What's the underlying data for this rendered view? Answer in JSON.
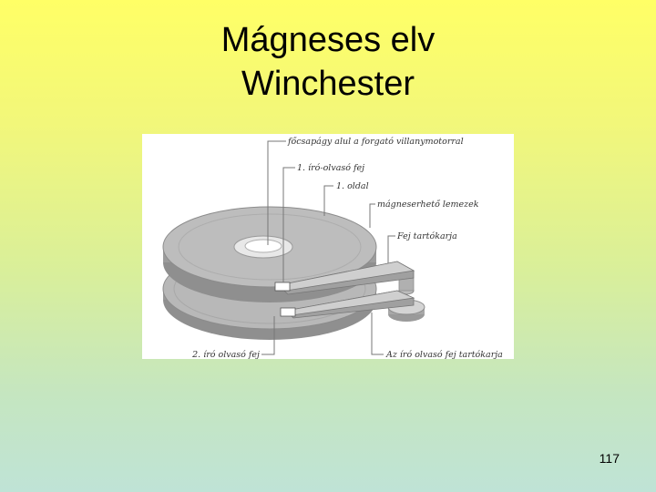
{
  "slide": {
    "title_line1": "Mágneses elv",
    "title_line2": "Winchester",
    "page_number": "117"
  },
  "figure": {
    "labels": {
      "spindle": "főcsapágy alul a forgató villanymotorral",
      "head1": "1. író-olvasó fej",
      "side1": "1. oldal",
      "platters": "mágneserhető lemezek",
      "arm": "Fej tartókarja",
      "head2": "2. író olvasó fej",
      "arm_assembly": "Az író olvasó fej tartókarja"
    }
  },
  "colors": {
    "background_top": "#ffff66",
    "background_bottom": "#bfe3d6",
    "platter_fill": "#b5b5b5",
    "platter_edge": "#8c8c8c",
    "leader_line": "#777777"
  }
}
